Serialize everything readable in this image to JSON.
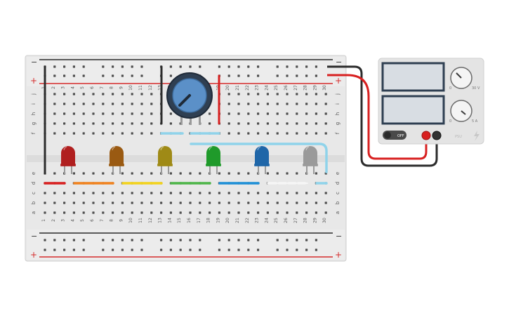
{
  "breadboard": {
    "rail_minus_label": "−",
    "rail_plus_label": "+",
    "row_letters_upper": [
      "j",
      "i",
      "h",
      "g",
      "f"
    ],
    "row_letters_lower": [
      "e",
      "d",
      "c",
      "b",
      "a"
    ],
    "column_numbers": [
      "1",
      "2",
      "3",
      "4",
      "5",
      "6",
      "7",
      "8",
      "9",
      "10",
      "11",
      "12",
      "13",
      "14",
      "15",
      "16",
      "17",
      "18",
      "19",
      "20",
      "21",
      "22",
      "23",
      "24",
      "25",
      "26",
      "27",
      "28",
      "29",
      "30"
    ]
  },
  "leds": [
    {
      "name": "led-red",
      "color": "#b01f1f"
    },
    {
      "name": "led-orange",
      "color": "#9a5a12"
    },
    {
      "name": "led-yellow",
      "color": "#9f8a16"
    },
    {
      "name": "led-green",
      "color": "#1f9a2a"
    },
    {
      "name": "led-blue",
      "color": "#1f66a8"
    },
    {
      "name": "led-white",
      "color": "#9a9a9a"
    }
  ],
  "wire_colors": {
    "red": "#d82020",
    "orange": "#f0821e",
    "yellow": "#f2d21c",
    "green": "#4db548",
    "blue": "#1e8fd6",
    "white": "#f4f4f4",
    "light_blue": "#8fd3ea",
    "black": "#2c2c2c"
  },
  "power_supply": {
    "voltage_scale_max": "30 V",
    "voltage_scale_min": "0",
    "current_scale_max": "5 A",
    "current_scale_min": "0",
    "off_label": "OFF",
    "brand_label": "PSU"
  }
}
